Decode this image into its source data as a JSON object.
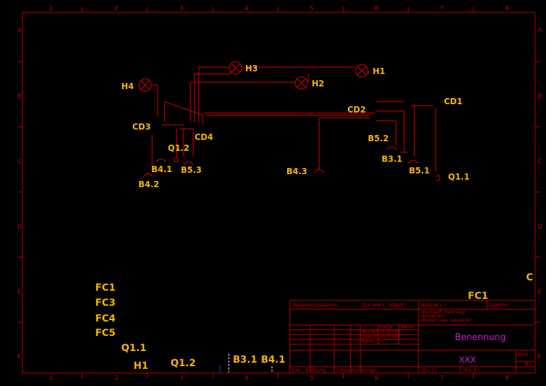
{
  "colors": {
    "background": "#000000",
    "frame": "#c00000",
    "wire": "#e00000",
    "label": "#f5b400",
    "title_accent": "#c020d0",
    "dashed": "#ffffff",
    "blue_tick": "#2040ff"
  },
  "grid": {
    "columns": [
      "1",
      "2",
      "3",
      "4",
      "5",
      "6",
      "7",
      "8"
    ],
    "rows": [
      "A",
      "B",
      "C",
      "D",
      "E",
      "F"
    ]
  },
  "components": {
    "h1": "H1",
    "h2": "H2",
    "h3": "H3",
    "h4": "H4",
    "cd1": "CD1",
    "cd2": "CD2",
    "cd3": "CD3",
    "cd4": "CD4",
    "q1_1": "Q1.1",
    "q1_2": "Q1.2",
    "b4_1": "B4.1",
    "b4_2": "B4.2",
    "b4_3": "B4.3",
    "b5_1": "B5.1",
    "b5_2": "B5.2",
    "b5_3": "B5.3",
    "b3_1": "B3.1"
  },
  "legend_left": [
    "FC1",
    "FC3",
    "FC4",
    "FC5"
  ],
  "bottom_labels": {
    "q1_1": "Q1.1",
    "h1": "H1",
    "q1_2": "Q1.2",
    "b3_1": "B3.1",
    "b4_1": "B4.1",
    "edge_c": "C"
  },
  "title_block": {
    "fc1": "FC1",
    "verwendungsbereich": "(Verwendungsbereich)",
    "zul_abw": "(Zul. Abw.)",
    "oberfl": "(Oberfl.)",
    "massstab": "Maßstab 1:1",
    "gewicht": "(Gewicht)",
    "werkstoff": "(Werkstoff, Halbzeug)",
    "rohteil": "(Rohteil-Nr)",
    "modell": "(Modell- oder Gesenk-Nr)",
    "datum": "Datum",
    "name": "Name",
    "bearb": "Bearb",
    "gepr": "Gepr.",
    "norm": "Norm",
    "bearb_val": "00.00.00XXX",
    "gepr_val": "00.00.00XXX",
    "benennung": "Benennung",
    "xxx": "XXX",
    "blatt": "Blatt",
    "blatt_val": "Bl",
    "zust": "Zust.",
    "aenderung": "Änderung",
    "datum2": "Datum",
    "name2": "Name",
    "urspr": "(Urspr.)",
    "ers_f": "(Ers. f.)",
    "ers_d": "(Ers. d.)"
  }
}
